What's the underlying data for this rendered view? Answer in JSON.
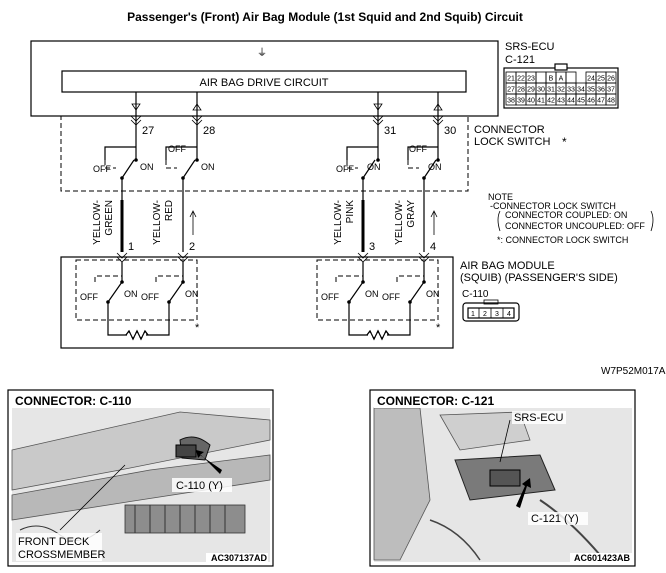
{
  "title": "Passenger's (Front) Air Bag Module (1st Squid and 2nd Squib) Circuit",
  "ecu": {
    "name": "SRS-ECU",
    "connector": "C-121",
    "drive_circuit": "AIR BAG DRIVE CIRCUIT",
    "pins": [
      "27",
      "28",
      "31",
      "30"
    ]
  },
  "ecu_connector_grid": {
    "row1": [
      "21",
      "22",
      "23",
      "",
      "B",
      "A",
      "",
      "24",
      "25",
      "26"
    ],
    "row2": [
      "27",
      "28",
      "29",
      "30",
      "31",
      "32",
      "33",
      "34",
      "35",
      "36",
      "37"
    ],
    "row3": [
      "38",
      "39",
      "40",
      "41",
      "42",
      "43",
      "44",
      "45",
      "46",
      "47",
      "48"
    ]
  },
  "lock_switch": {
    "label_line1": "CONNECTOR",
    "label_line2": "LOCK SWITCH",
    "star": "*",
    "off": "OFF",
    "on": "ON"
  },
  "wires": [
    {
      "color_line1": "YELLOW-",
      "color_line2": "GREEN",
      "pin": "1"
    },
    {
      "color_line1": "YELLOW-",
      "color_line2": "RED",
      "pin": "2"
    },
    {
      "color_line1": "YELLOW-",
      "color_line2": "PINK",
      "pin": "3"
    },
    {
      "color_line1": "YELLOW-",
      "color_line2": "GRAY",
      "pin": "4"
    }
  ],
  "note": {
    "heading": "NOTE",
    "line1": "-CONNECTOR LOCK SWITCH",
    "line2": "CONNECTOR COUPLED: ON",
    "line3": "CONNECTOR UNCOUPLED: OFF",
    "line4": "*: CONNECTOR LOCK SWITCH"
  },
  "module": {
    "line1": "AIR BAG MODULE",
    "line2": "(SQUIB) (PASSENGER'S SIDE)",
    "connector": "C-110",
    "connector_pins": [
      "1",
      "2",
      "3",
      "4"
    ]
  },
  "diagram_code": "W7P52M017A",
  "photo_left": {
    "title": "CONNECTOR: C-110",
    "callout": "C-110 (Y)",
    "label_line1": "FRONT DECK",
    "label_line2": "CROSSMEMBER",
    "code": "AC307137AD"
  },
  "photo_right": {
    "title": "CONNECTOR: C-121",
    "ecu_label": "SRS-ECU",
    "callout": "C-121 (Y)",
    "code": "AC601423AB"
  }
}
